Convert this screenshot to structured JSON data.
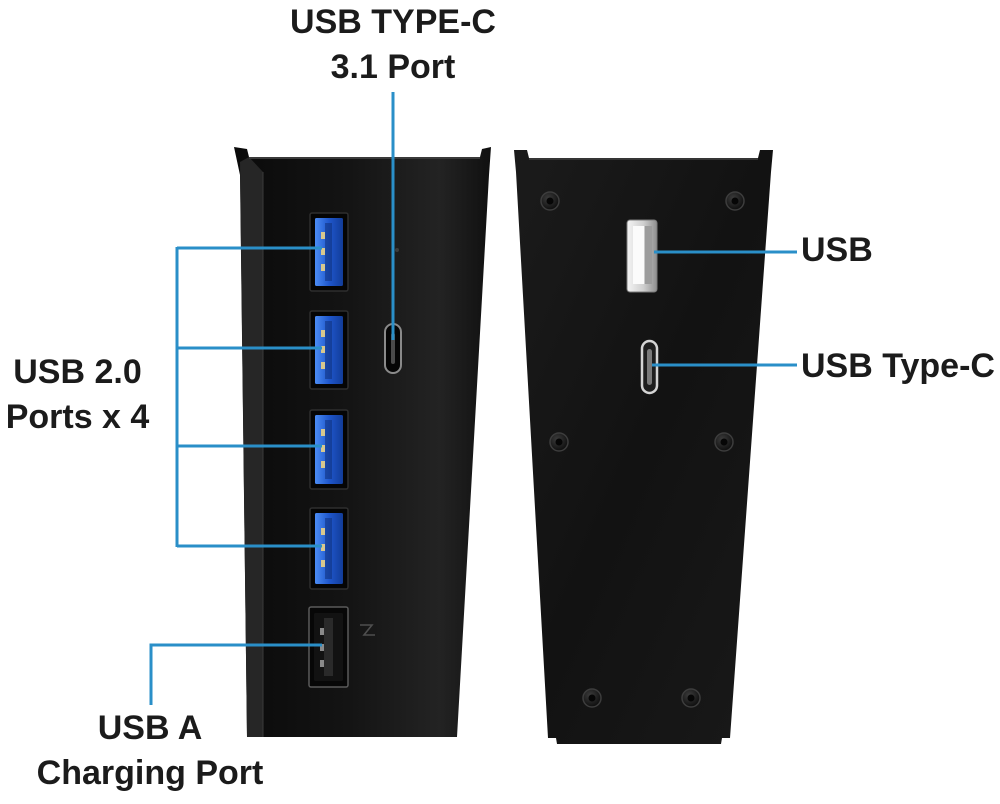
{
  "callouts": {
    "usb_type_c_port": {
      "line1": "USB TYPE-C",
      "line2": "3.1 Port"
    },
    "usb_2_ports": {
      "line1": "USB 2.0",
      "line2": "Ports x 4"
    },
    "usb_a_charging_port": {
      "line1": "USB A",
      "line2": "Charging Port"
    },
    "usb_connector": {
      "line1": "USB"
    },
    "usb_type_c_connector": {
      "line1": "USB Type-C"
    }
  },
  "colors": {
    "callout_line": "#2a8fc8",
    "label_text": "#1b1b1b",
    "usb_port_blue": "#1f57cc",
    "device_body": "#121212"
  }
}
